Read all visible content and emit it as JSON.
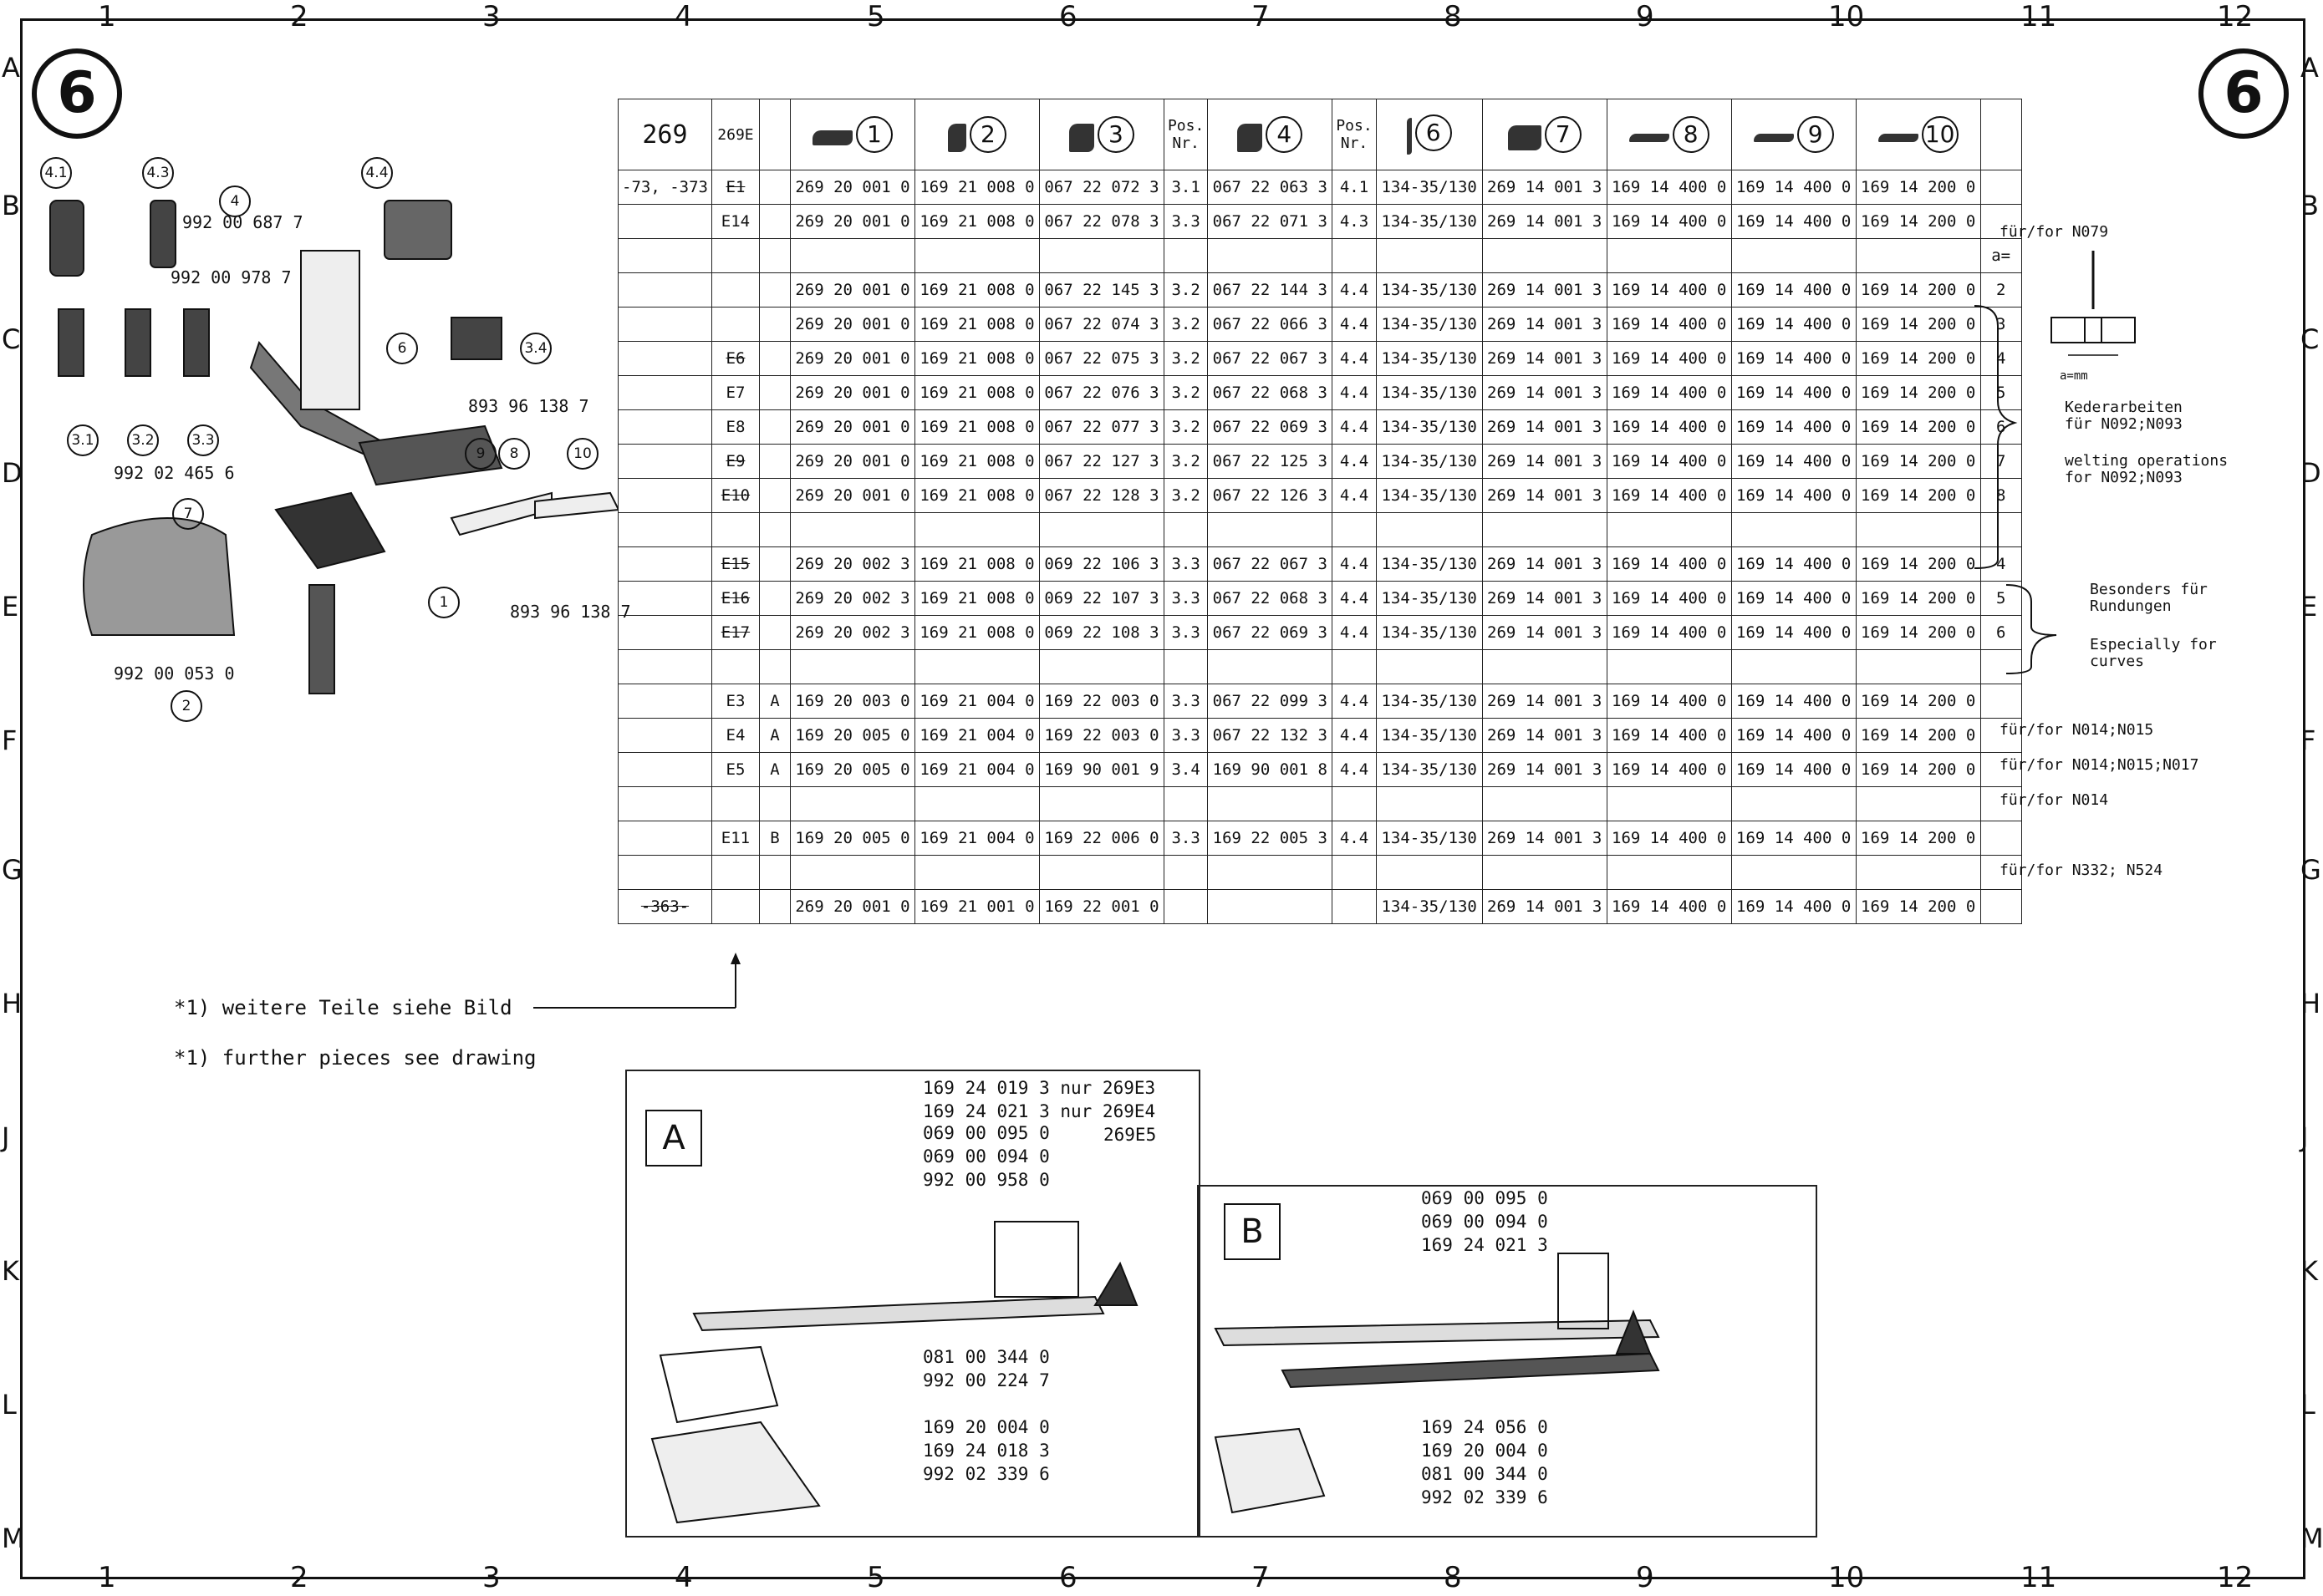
{
  "page_number": "6",
  "column_numbers": [
    "1",
    "2",
    "3",
    "4",
    "5",
    "6",
    "7",
    "8",
    "9",
    "10",
    "11",
    "12"
  ],
  "row_letters": [
    "A",
    "B",
    "C",
    "D",
    "E",
    "F",
    "G",
    "H",
    "J",
    "K",
    "L",
    "M"
  ],
  "table": {
    "header": {
      "model": "269",
      "variant": "269E",
      "n1": "1",
      "n2": "2",
      "n3": "3",
      "pos1": "Pos. Nr.",
      "n4": "4",
      "pos2": "Pos. Nr.",
      "n6": "6",
      "n7": "7",
      "n8": "8",
      "n9": "9",
      "n10": "10",
      "a_col": "a="
    },
    "rows": [
      {
        "m": "-73, -373",
        "v": "E1",
        "t": "",
        "c1": "269 20 001 0",
        "c2": "169 21 008 0",
        "c3": "067 22 072 3",
        "p1": "3.1",
        "c4": "067 22 063 3",
        "p2": "4.1",
        "c6": "134-35/130",
        "c7": "269 14 001 3",
        "c8": "169 14 400 0",
        "c9": "169 14 400 0",
        "c10": "169 14 200 0",
        "a": ""
      },
      {
        "m": "",
        "v": "E14",
        "t": "",
        "c1": "269 20 001 0",
        "c2": "169 21 008 0",
        "c3": "067 22 078 3",
        "p1": "3.3",
        "c4": "067 22 071 3",
        "p2": "4.3",
        "c6": "134-35/130",
        "c7": "269 14 001 3",
        "c8": "169 14 400 0",
        "c9": "169 14 400 0",
        "c10": "169 14 200 0",
        "a": ""
      },
      {
        "m": "",
        "v": "",
        "t": "",
        "c1": "",
        "c2": "",
        "c3": "",
        "p1": "",
        "c4": "",
        "p2": "",
        "c6": "",
        "c7": "",
        "c8": "",
        "c9": "",
        "c10": "",
        "a": "a="
      },
      {
        "m": "",
        "v": "",
        "t": "",
        "c1": "269 20 001 0",
        "c2": "169 21 008 0",
        "c3": "067 22 145 3",
        "p1": "3.2",
        "c4": "067 22 144 3",
        "p2": "4.4",
        "c6": "134-35/130",
        "c7": "269 14 001 3",
        "c8": "169 14 400 0",
        "c9": "169 14 400 0",
        "c10": "169 14 200 0",
        "a": "2"
      },
      {
        "m": "",
        "v": "",
        "t": "",
        "c1": "269 20 001 0",
        "c2": "169 21 008 0",
        "c3": "067 22 074 3",
        "p1": "3.2",
        "c4": "067 22 066 3",
        "p2": "4.4",
        "c6": "134-35/130",
        "c7": "269 14 001 3",
        "c8": "169 14 400 0",
        "c9": "169 14 400 0",
        "c10": "169 14 200 0",
        "a": "3"
      },
      {
        "m": "",
        "v": "E6",
        "t": "",
        "c1": "269 20 001 0",
        "c2": "169 21 008 0",
        "c3": "067 22 075 3",
        "p1": "3.2",
        "c4": "067 22 067 3",
        "p2": "4.4",
        "c6": "134-35/130",
        "c7": "269 14 001 3",
        "c8": "169 14 400 0",
        "c9": "169 14 400 0",
        "c10": "169 14 200 0",
        "a": "4"
      },
      {
        "m": "",
        "v": "E7",
        "t": "",
        "c1": "269 20 001 0",
        "c2": "169 21 008 0",
        "c3": "067 22 076 3",
        "p1": "3.2",
        "c4": "067 22 068 3",
        "p2": "4.4",
        "c6": "134-35/130",
        "c7": "269 14 001 3",
        "c8": "169 14 400 0",
        "c9": "169 14 400 0",
        "c10": "169 14 200 0",
        "a": "5"
      },
      {
        "m": "",
        "v": "E8",
        "t": "",
        "c1": "269 20 001 0",
        "c2": "169 21 008 0",
        "c3": "067 22 077 3",
        "p1": "3.2",
        "c4": "067 22 069 3",
        "p2": "4.4",
        "c6": "134-35/130",
        "c7": "269 14 001 3",
        "c8": "169 14 400 0",
        "c9": "169 14 400 0",
        "c10": "169 14 200 0",
        "a": "6"
      },
      {
        "m": "",
        "v": "E9",
        "t": "",
        "c1": "269 20 001 0",
        "c2": "169 21 008 0",
        "c3": "067 22 127 3",
        "p1": "3.2",
        "c4": "067 22 125 3",
        "p2": "4.4",
        "c6": "134-35/130",
        "c7": "269 14 001 3",
        "c8": "169 14 400 0",
        "c9": "169 14 400 0",
        "c10": "169 14 200 0",
        "a": "7"
      },
      {
        "m": "",
        "v": "E10",
        "t": "",
        "c1": "269 20 001 0",
        "c2": "169 21 008 0",
        "c3": "067 22 128 3",
        "p1": "3.2",
        "c4": "067 22 126 3",
        "p2": "4.4",
        "c6": "134-35/130",
        "c7": "269 14 001 3",
        "c8": "169 14 400 0",
        "c9": "169 14 400 0",
        "c10": "169 14 200 0",
        "a": "8"
      },
      {
        "m": "",
        "v": "",
        "t": "",
        "c1": "",
        "c2": "",
        "c3": "",
        "p1": "",
        "c4": "",
        "p2": "",
        "c6": "",
        "c7": "",
        "c8": "",
        "c9": "",
        "c10": "",
        "a": ""
      },
      {
        "m": "",
        "v": "E15",
        "t": "",
        "c1": "269 20 002 3",
        "c2": "169 21 008 0",
        "c3": "069 22 106 3",
        "p1": "3.3",
        "c4": "067 22 067 3",
        "p2": "4.4",
        "c6": "134-35/130",
        "c7": "269 14 001 3",
        "c8": "169 14 400 0",
        "c9": "169 14 400 0",
        "c10": "169 14 200 0",
        "a": "4"
      },
      {
        "m": "",
        "v": "E16",
        "t": "",
        "c1": "269 20 002 3",
        "c2": "169 21 008 0",
        "c3": "069 22 107 3",
        "p1": "3.3",
        "c4": "067 22 068 3",
        "p2": "4.4",
        "c6": "134-35/130",
        "c7": "269 14 001 3",
        "c8": "169 14 400 0",
        "c9": "169 14 400 0",
        "c10": "169 14 200 0",
        "a": "5"
      },
      {
        "m": "",
        "v": "E17",
        "t": "",
        "c1": "269 20 002 3",
        "c2": "169 21 008 0",
        "c3": "069 22 108 3",
        "p1": "3.3",
        "c4": "067 22 069 3",
        "p2": "4.4",
        "c6": "134-35/130",
        "c7": "269 14 001 3",
        "c8": "169 14 400 0",
        "c9": "169 14 400 0",
        "c10": "169 14 200 0",
        "a": "6"
      },
      {
        "m": "",
        "v": "",
        "t": "",
        "c1": "",
        "c2": "",
        "c3": "",
        "p1": "",
        "c4": "",
        "p2": "",
        "c6": "",
        "c7": "",
        "c8": "",
        "c9": "",
        "c10": "",
        "a": ""
      },
      {
        "m": "",
        "v": "E3",
        "t": "A",
        "c1": "169 20 003 0",
        "c2": "169 21 004 0",
        "c3": "169 22 003 0",
        "p1": "3.3",
        "c4": "067 22 099 3",
        "p2": "4.4",
        "c6": "134-35/130",
        "c7": "269 14 001 3",
        "c8": "169 14 400 0",
        "c9": "169 14 400 0",
        "c10": "169 14 200 0",
        "a": ""
      },
      {
        "m": "",
        "v": "E4",
        "t": "A",
        "c1": "169 20 005 0",
        "c2": "169 21 004 0",
        "c3": "169 22 003 0",
        "p1": "3.3",
        "c4": "067 22 132 3",
        "p2": "4.4",
        "c6": "134-35/130",
        "c7": "269 14 001 3",
        "c8": "169 14 400 0",
        "c9": "169 14 400 0",
        "c10": "169 14 200 0",
        "a": ""
      },
      {
        "m": "",
        "v": "E5",
        "t": "A",
        "c1": "169 20 005 0",
        "c2": "169 21 004 0",
        "c3": "169 90 001 9",
        "p1": "3.4",
        "c4": "169 90 001 8",
        "p2": "4.4",
        "c6": "134-35/130",
        "c7": "269 14 001 3",
        "c8": "169 14 400 0",
        "c9": "169 14 400 0",
        "c10": "169 14 200 0",
        "a": ""
      },
      {
        "m": "",
        "v": "",
        "t": "",
        "c1": "",
        "c2": "",
        "c3": "",
        "p1": "",
        "c4": "",
        "p2": "",
        "c6": "",
        "c7": "",
        "c8": "",
        "c9": "",
        "c10": "",
        "a": ""
      },
      {
        "m": "",
        "v": "E11",
        "t": "B",
        "c1": "169 20 005 0",
        "c2": "169 21 004 0",
        "c3": "169 22 006 0",
        "p1": "3.3",
        "c4": "169 22 005 3",
        "p2": "4.4",
        "c6": "134-35/130",
        "c7": "269 14 001 3",
        "c8": "169 14 400 0",
        "c9": "169 14 400 0",
        "c10": "169 14 200 0",
        "a": ""
      },
      {
        "m": "",
        "v": "",
        "t": "",
        "c1": "",
        "c2": "",
        "c3": "",
        "p1": "",
        "c4": "",
        "p2": "",
        "c6": "",
        "c7": "",
        "c8": "",
        "c9": "",
        "c10": "",
        "a": ""
      },
      {
        "m": "-363-",
        "v": "",
        "t": "",
        "c1": "269 20 001 0",
        "c2": "169 21 001 0",
        "c3": "169 22 001 0",
        "p1": "",
        "c4": "",
        "p2": "",
        "c6": "134-35/130",
        "c7": "269 14 001 3",
        "c8": "169 14 400 0",
        "c9": "169 14 400 0",
        "c10": "169 14 200 0",
        "a": ""
      }
    ]
  },
  "side_notes": {
    "n079": "für/for N079",
    "a_mm": "a=mm",
    "keder_de": "Kederarbeiten für N092;N093",
    "keder_en": "welting operations for N092;N093",
    "rund_de": "Besonders für Rundungen",
    "rund_en": "Especially for curves",
    "n014_015": "für/for N014;N015",
    "n014_015_017": "für/for N014;N015;N017",
    "n014": "für/for N014",
    "n332": "für/for N332; N524"
  },
  "footnotes": {
    "de": "*1) weitere Teile siehe Bild",
    "en": "*1) further pieces see drawing"
  },
  "exploded_view": {
    "callouts": [
      "4.1",
      "4.3",
      "4",
      "4.4",
      "6",
      "3.4",
      "3.1",
      "3.2",
      "3.3",
      "9",
      "8",
      "10",
      "7",
      "1",
      "2"
    ],
    "parts": {
      "p1": "992 00 687 7",
      "p2": "992 00 978 7",
      "p3": "893 96 138 7",
      "p4": "992 02 465 6",
      "p5": "893 96 138 7",
      "p6": "992 00 053 0"
    }
  },
  "inset_a": {
    "label": "A",
    "parts": [
      "169 24 019 3 nur 269E3",
      "169 24 021 3 nur 269E4",
      "269E5",
      "069 00 095 0",
      "069 00 094 0",
      "992 00 958 0",
      "081 00 344 0",
      "992 00 224 7",
      "169 20 004 0",
      "169 24 018 3",
      "992 02 339 6"
    ]
  },
  "inset_b": {
    "label": "B",
    "parts": [
      "069 00 095 0",
      "069 00 094 0",
      "169 24 021 3",
      "169 24 056 0",
      "169 20 004 0",
      "081 00 344 0",
      "992 02 339 6"
    ]
  }
}
